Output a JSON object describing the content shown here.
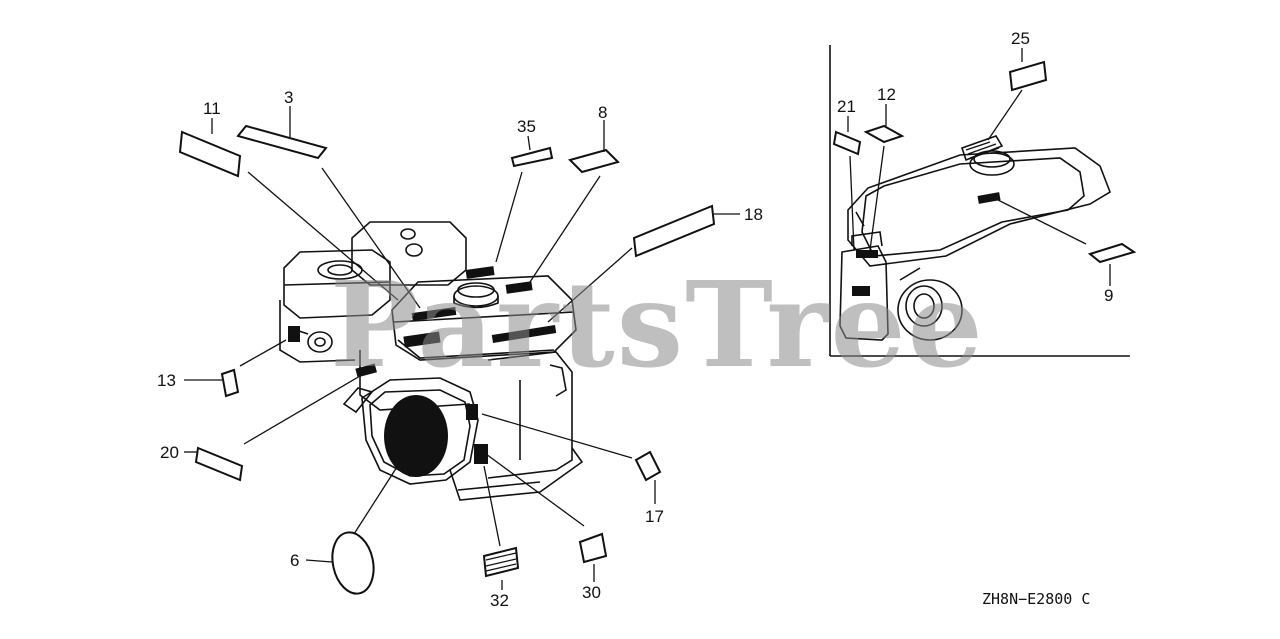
{
  "watermark": "PartsTree",
  "diagram_code": "ZH8N−E2800 C",
  "callouts": {
    "c11": "11",
    "c3": "3",
    "c35": "35",
    "c8": "8",
    "c18": "18",
    "c13": "13",
    "c20": "20",
    "c6": "6",
    "c32": "32",
    "c30": "30",
    "c17": "17",
    "c21": "21",
    "c12": "12",
    "c25": "25",
    "c9": "9"
  }
}
